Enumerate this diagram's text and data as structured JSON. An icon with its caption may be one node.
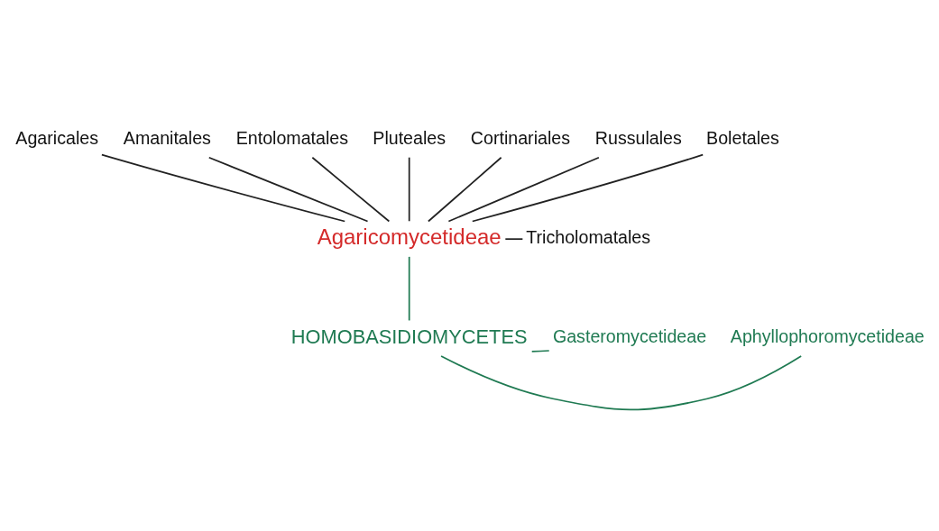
{
  "diagram": {
    "nodes": [
      {
        "text": [
          "Tricholomatales"
        ]
      },
      {
        "text": [
          "Agaricales"
        ]
      },
      {
        "text": [
          "Amanitales"
        ]
      },
      {
        "text": [
          "Entolomatales"
        ]
      },
      {
        "text": [
          "Pluteales"
        ]
      },
      {
        "text": [
          "Cortinariales"
        ]
      },
      {
        "text": [
          "Russulales"
        ]
      },
      {
        "text": [
          "Boletales"
        ]
      },
      {
        "text": [
          "Agaricomycetideae"
        ]
      },
      {
        "text": [
          "Aphyllophoromycetideae"
        ]
      },
      {
        "text": [
          "Gasteromycetideae"
        ]
      },
      {
        "text": [
          "HOMOBASIDIOMYCETES"
        ]
      }
    ],
    "edges": [
      {
        "from": 8,
        "to": 0,
        "arrow": "none"
      },
      {
        "from": 8,
        "to": 1,
        "arrow": "none"
      },
      {
        "from": 8,
        "to": 2,
        "arrow": "none"
      },
      {
        "from": 8,
        "to": 3,
        "arrow": "none"
      },
      {
        "from": 8,
        "to": 4,
        "arrow": "none"
      },
      {
        "from": 8,
        "to": 5,
        "arrow": "none"
      },
      {
        "from": 8,
        "to": 6,
        "arrow": "none"
      },
      {
        "from": 8,
        "to": 7,
        "arrow": "none"
      },
      {
        "from": 11,
        "to": 8,
        "arrow": "none",
        "color": "#1f7a52"
      },
      {
        "from": 11,
        "to": 9,
        "arrow": "none",
        "color": "#1f7a52"
      },
      {
        "from": 11,
        "to": 10,
        "arrow": "none",
        "color": "#1f7a52"
      }
    ]
  }
}
